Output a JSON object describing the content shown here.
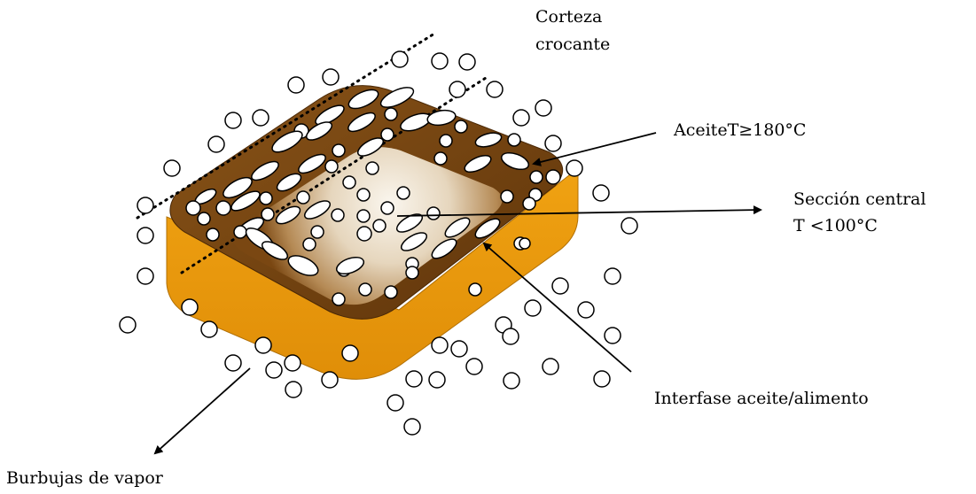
{
  "labels": {
    "crust_line1": "Corteza",
    "crust_line2": "crocante",
    "oil_temp": "AceiteT≥180°C",
    "center_line1": "Sección central",
    "center_line2": "T <100°C",
    "interface": "Interfase aceite/alimento",
    "bubbles": "Burbujas de vapor"
  },
  "colors": {
    "side": "#e89a0c",
    "top_dark": "#6e3f0b",
    "top_mid": "#a86a1e",
    "core_light": "#f8f3e8",
    "core_mid": "#c9a880",
    "bubble_fill": "#ffffff",
    "stroke": "#000000"
  }
}
